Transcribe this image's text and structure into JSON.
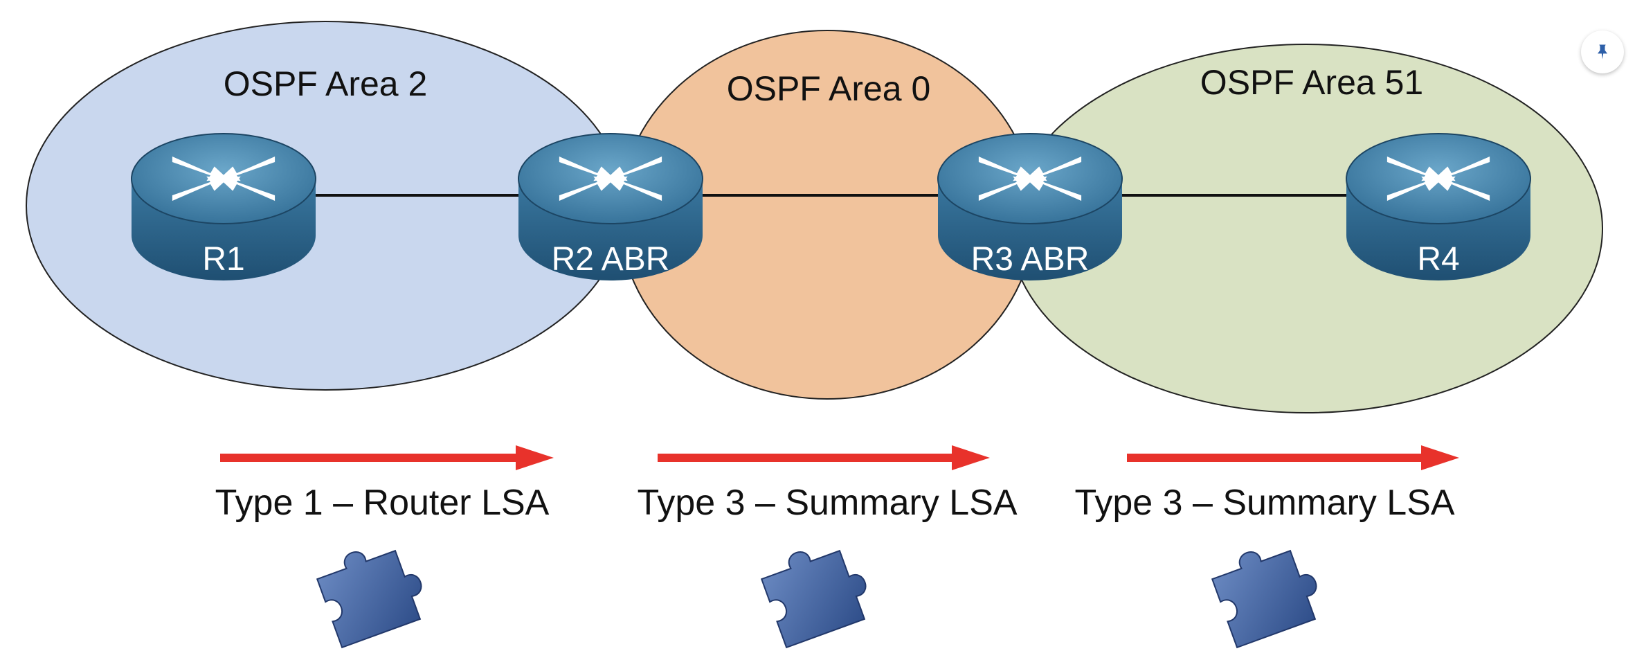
{
  "areas": [
    {
      "label": "OSPF Area 2",
      "fill": "#c9d7ee"
    },
    {
      "label": "OSPF Area 0",
      "fill": "#f1c39c"
    },
    {
      "label": "OSPF Area 51",
      "fill": "#d9e2c3"
    }
  ],
  "routers": [
    {
      "label": "R1"
    },
    {
      "label": "R2 ABR"
    },
    {
      "label": "R3 ABR"
    },
    {
      "label": "R4"
    }
  ],
  "lsa_flows": [
    {
      "label": "Type 1 – Router LSA"
    },
    {
      "label": "Type 3 – Summary LSA"
    },
    {
      "label": "Type 3 – Summary LSA"
    }
  ],
  "colors": {
    "arrow": "#e8322b",
    "router_top": "#3f7fa8",
    "router_side": "#285f85",
    "puzzle": "#3d5d9a"
  },
  "icons": {
    "pin": "pin-icon",
    "router": "router-icon",
    "puzzle": "puzzle-piece-icon"
  }
}
